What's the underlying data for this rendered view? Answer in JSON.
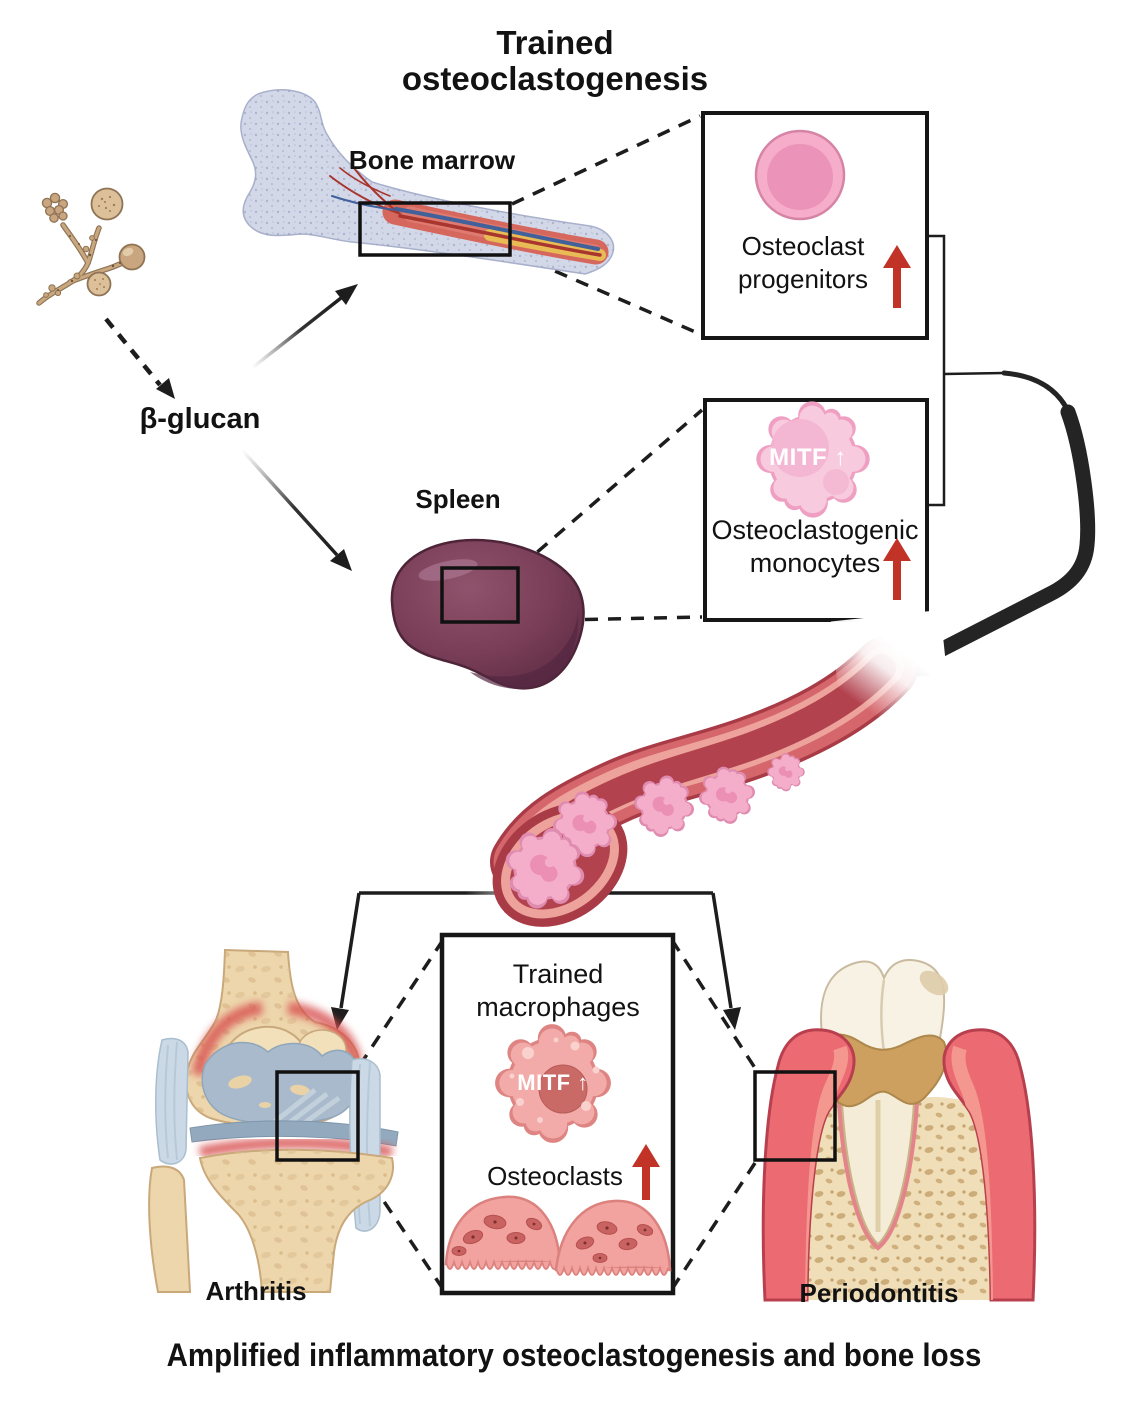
{
  "figure": {
    "title": "Trained\nosteoclastogenesis",
    "caption": "Amplified inflammatory osteoclastogenesis and bone loss"
  },
  "stimulus": {
    "label": "β-glucan",
    "source_icon": "fungus"
  },
  "organs": {
    "bone_marrow": {
      "label": "Bone marrow"
    },
    "spleen": {
      "label": "Spleen"
    }
  },
  "inset_boxes": {
    "progenitors": {
      "label": "Osteoclast\nprogenitors",
      "trend_icon": "red-up-arrow"
    },
    "monocytes": {
      "marker": "MITF ↑",
      "label": "Osteoclastogenic\nmonocytes",
      "trend_icon": "red-up-arrow"
    },
    "macrophages": {
      "title": "Trained\nmacrophages",
      "marker": "MITF ↑",
      "cells_label": "Osteoclasts",
      "trend_icon": "red-up-arrow"
    }
  },
  "outcomes": {
    "arthritis": {
      "label": "Arthritis"
    },
    "periodontitis": {
      "label": "Periodontitis"
    }
  },
  "colors": {
    "line": "#1D1D1D",
    "red_arrow": "#C13327",
    "cell_pink": "#F4AECA",
    "cell_salmon": "#F2ABA8",
    "spleen": "#7A3E58",
    "vessel": "#CE5A61",
    "bone": "#D3D8E8",
    "marrow_red": "#D5675D",
    "marrow_yellow": "#E9BB55",
    "knee_bone": "#EDD6AC",
    "gum": "#EC6A72",
    "tartar": "#CDA05F"
  }
}
